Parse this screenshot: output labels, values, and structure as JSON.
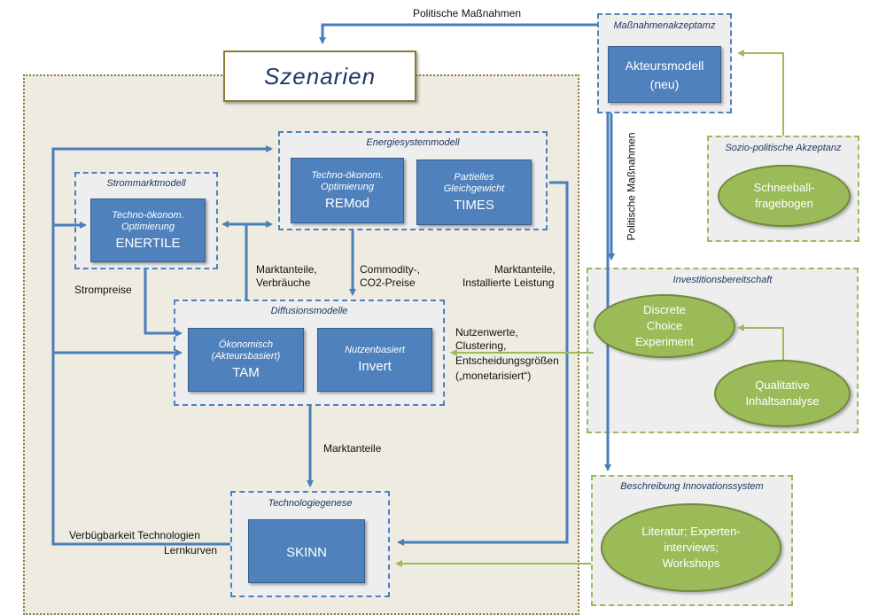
{
  "title": "Szenarien",
  "groups": {
    "massnahmen": "Maßnahmenakzeptamz",
    "energie": "Energiesystemmodell",
    "strommarkt": "Strommarktmodell",
    "diffusion": "Diffusionsmodelle",
    "technologie": "Technologiegenese",
    "sozio": "Sozio-politische Akzeptanz",
    "invest": "Investitionsbereitschaft",
    "innovation": "Beschreibung Innovationssystem"
  },
  "boxes": {
    "akteursmodell": {
      "line1": "Akteursmodell",
      "line2": "(neu)"
    },
    "remod": {
      "sub1": "Techno-ökonom.",
      "sub2": "Optimierung",
      "main": "REMod"
    },
    "times": {
      "sub1": "Partielles",
      "sub2": "Gleichgewicht",
      "main": "TIMES"
    },
    "enertile": {
      "sub1": "Techno-ökonom.",
      "sub2": "Optimierung",
      "main": "ENERTILE"
    },
    "tam": {
      "sub1": "Ökonomisch",
      "sub2": "(Akteursbasiert)",
      "main": "TAM"
    },
    "invert": {
      "sub1": "Nutzenbasiert",
      "main": "Invert"
    },
    "skinn": {
      "main": "SKINN"
    }
  },
  "ellipses": {
    "schneeball": {
      "line1": "Schneeball-",
      "line2": "fragebogen"
    },
    "discrete": {
      "line1": "Discrete",
      "line2": "Choice",
      "line3": "Experiment"
    },
    "qualitative": {
      "line1": "Qualitative",
      "line2": "Inhaltsanalyse"
    },
    "literatur": {
      "line1": "Literatur; Experten-",
      "line2": "interviews;",
      "line3": "Workshops"
    }
  },
  "labels": {
    "politische_top": "Politische Maßnahmen",
    "politische_vertical": "Politische Maßnahmen",
    "marktanteile_verbr_1": "Marktanteile,",
    "marktanteile_verbr_2": "Verbräuche",
    "commodity_1": "Commodity-,",
    "commodity_2": "CO2-Preise",
    "marktanteile_inst_1": "Marktanteile,",
    "marktanteile_inst_2": "Installierte Leistung",
    "strompreise": "Strompreise",
    "nutzen_1": "Nutzenwerte,",
    "nutzen_2": "Clustering,",
    "nutzen_3": "Entscheidungsgrößen",
    "nutzen_4": "(„monetarisiert“)",
    "marktanteile": "Marktanteile",
    "verfueg": "Verbügbarkeit Technologien",
    "lernkurven": "Lernkurven"
  },
  "colors": {
    "blue": "#4f81bd",
    "blue_arrow": "#4a7ebb",
    "green": "#9bbb59",
    "region": "#eeebe0"
  }
}
